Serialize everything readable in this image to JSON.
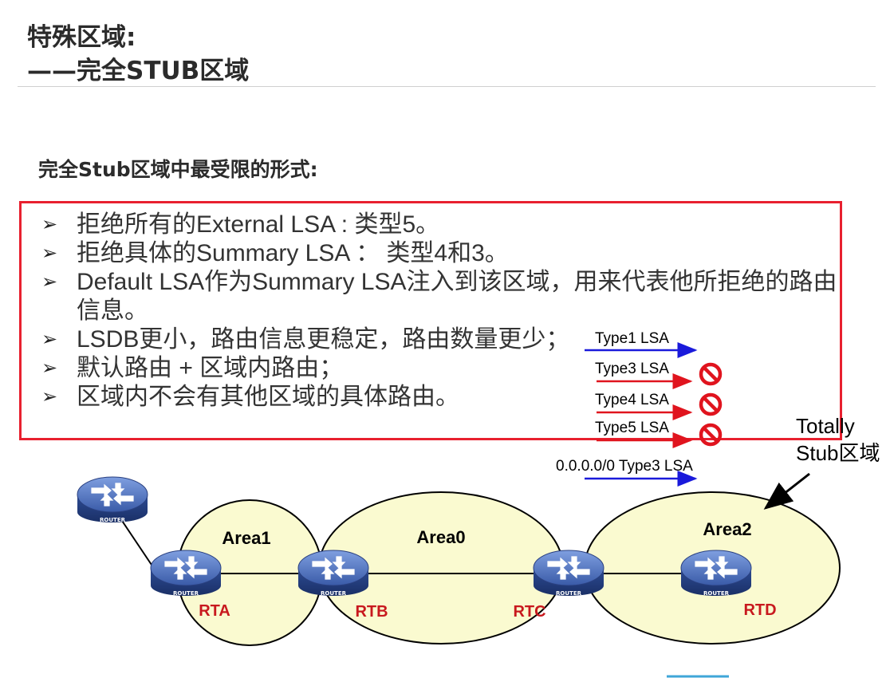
{
  "title": {
    "line1": "特殊区域:",
    "line2": "——完全STUB区域"
  },
  "subheading": "完全Stub区域中最受限的形式:",
  "bullets": [
    {
      "marker": "➢",
      "text": "拒绝所有的External LSA : 类型5。"
    },
    {
      "marker": "➢",
      "text": "拒绝具体的Summary LSA ： 类型4和3。"
    },
    {
      "marker": "➢",
      "text": "Default LSA作为Summary LSA注入到该区域，用来代表他所拒绝的路由信息。"
    },
    {
      "marker": "➢",
      "text": "LSDB更小，路由信息更稳定，路由数量更少；"
    },
    {
      "marker": "➢",
      "text": "默认路由 + 区域内路由；"
    },
    {
      "marker": "➢",
      "text": "区域内不会有其他区域的具体路由。"
    }
  ],
  "lsa_legend": [
    {
      "label": "Type1 LSA",
      "arrow_color": "#1a1adb",
      "blocked": false
    },
    {
      "label": "Type3 LSA",
      "arrow_color": "#e0141e",
      "blocked": true
    },
    {
      "label": "Type4 LSA",
      "arrow_color": "#e0141e",
      "blocked": true
    },
    {
      "label": "Type5 LSA",
      "arrow_color": "#e0141e",
      "blocked": true
    },
    {
      "label": "0.0.0.0/0 Type3 LSA",
      "arrow_color": "#1a1adb",
      "blocked": false
    }
  ],
  "totally_stub": {
    "line1": "Totally",
    "line2": "Stub区域"
  },
  "areas": {
    "area1": "Area1",
    "area0": "Area0",
    "area2": "Area2"
  },
  "routers": {
    "rta": "RTA",
    "rtb": "RTB",
    "rtc": "RTC",
    "rtd": "RTD"
  },
  "router_caption": "ROUTER",
  "colors": {
    "area_fill": "#fafad0",
    "router_body": "#3a5ba8",
    "block_red": "#e0141e",
    "box_red": "#e8202f"
  }
}
